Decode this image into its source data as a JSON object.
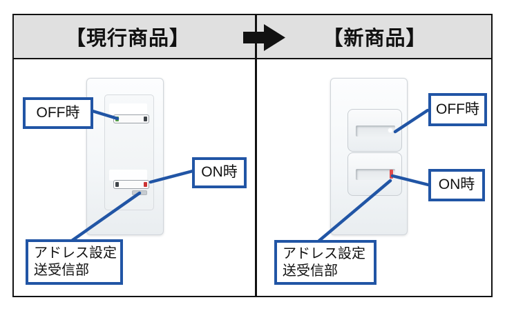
{
  "header": {
    "current_product_label": "【現行商品】",
    "new_product_label": "【新商品】",
    "arrow_icon": "black-right-arrow"
  },
  "current_panel": {
    "off_label": "OFF時",
    "on_label": "ON時",
    "address_label_line1": "アドレス設定",
    "address_label_line2": "送受信部",
    "off_indicator_icon": "green-led",
    "on_indicator_icon": "red-led"
  },
  "new_panel": {
    "off_label": "OFF時",
    "on_label": "ON時",
    "address_label_line1": "アドレス設定",
    "address_label_line2": "送受信部",
    "off_indicator_icon": "white-dot-led",
    "on_indicator_icon": "red-led"
  },
  "colors": {
    "callout_blue": "#2155a5",
    "header_bg": "#e0e0e0",
    "frame_black": "#111111",
    "led_green": "#55a13f",
    "led_red": "#cc3333",
    "led_red_new": "#e14b4b"
  }
}
